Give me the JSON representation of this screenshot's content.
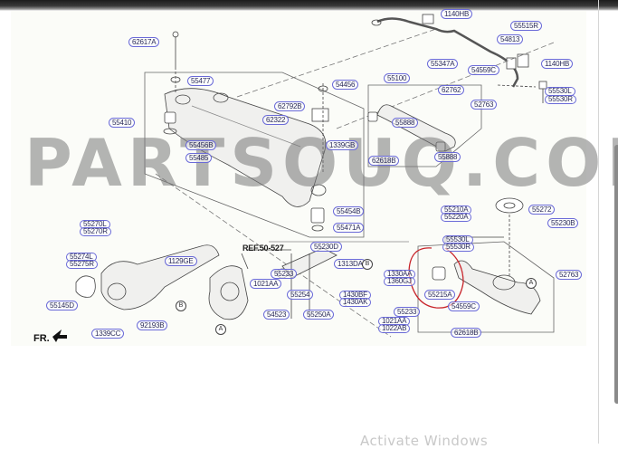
{
  "watermark": "PARTSOUQ.COM",
  "reference": "REF.50-527",
  "front_marker": "FR.",
  "os_notice": "Activate Windows",
  "callout_markers": {
    "a1": "A",
    "a2": "A",
    "b1": "B",
    "b2": "B"
  },
  "highlight_color": "#c8242a",
  "label_border_color": "#6a6ad8",
  "parts": [
    {
      "id": "p1",
      "code": "62617A"
    },
    {
      "id": "p2",
      "code": "55477"
    },
    {
      "id": "p3",
      "code": "55410"
    },
    {
      "id": "p4",
      "code": "55456B"
    },
    {
      "id": "p5",
      "code": "55485"
    },
    {
      "id": "p6",
      "code": "62792B"
    },
    {
      "id": "p7",
      "code": "62322"
    },
    {
      "id": "p8",
      "code": "54456"
    },
    {
      "id": "p9",
      "code": "1339GB"
    },
    {
      "id": "p10",
      "code": "55454B"
    },
    {
      "id": "p11",
      "code": "55471A"
    },
    {
      "id": "p12",
      "code": "1140HB"
    },
    {
      "id": "p13",
      "code": "55515R"
    },
    {
      "id": "p14",
      "code": "54813"
    },
    {
      "id": "p15",
      "code": "1140HB"
    },
    {
      "id": "p16",
      "code": "55347A"
    },
    {
      "id": "p17",
      "code": "62762"
    },
    {
      "id": "p18",
      "code": "54559C"
    },
    {
      "id": "p19",
      "code": "55100"
    },
    {
      "id": "p20",
      "code": "55530L"
    },
    {
      "id": "p21",
      "code": "55530R"
    },
    {
      "id": "p22",
      "code": "52763"
    },
    {
      "id": "p23",
      "code": "55888"
    },
    {
      "id": "p24",
      "code": "55888"
    },
    {
      "id": "p25",
      "code": "62618B"
    },
    {
      "id": "p26",
      "code": "55210A"
    },
    {
      "id": "p27",
      "code": "55220A"
    },
    {
      "id": "p28",
      "code": "55272"
    },
    {
      "id": "p29",
      "code": "55230B"
    },
    {
      "id": "p30",
      "code": "55530L"
    },
    {
      "id": "p31",
      "code": "55530R"
    },
    {
      "id": "p32",
      "code": "52763"
    },
    {
      "id": "p33",
      "code": "1330AA"
    },
    {
      "id": "p34",
      "code": "1360GJ"
    },
    {
      "id": "p35",
      "code": "55215A"
    },
    {
      "id": "p36",
      "code": "54559C"
    },
    {
      "id": "p37",
      "code": "55233"
    },
    {
      "id": "p38",
      "code": "1021AA"
    },
    {
      "id": "p39",
      "code": "1022AB"
    },
    {
      "id": "p40",
      "code": "62618B"
    },
    {
      "id": "p41",
      "code": "55270L"
    },
    {
      "id": "p42",
      "code": "55270R"
    },
    {
      "id": "p43",
      "code": "55274L"
    },
    {
      "id": "p44",
      "code": "55275R"
    },
    {
      "id": "p45",
      "code": "1129GE"
    },
    {
      "id": "p46",
      "code": "55145D"
    },
    {
      "id": "p47",
      "code": "1339CC"
    },
    {
      "id": "p48",
      "code": "92193B"
    },
    {
      "id": "p49",
      "code": "55230D"
    },
    {
      "id": "p50",
      "code": "1313DA"
    },
    {
      "id": "p51",
      "code": "55233"
    },
    {
      "id": "p52",
      "code": "1021AA"
    },
    {
      "id": "p53",
      "code": "55254"
    },
    {
      "id": "p54",
      "code": "1430BF"
    },
    {
      "id": "p55",
      "code": "1430AK"
    },
    {
      "id": "p56",
      "code": "54523"
    },
    {
      "id": "p57",
      "code": "55250A"
    }
  ]
}
